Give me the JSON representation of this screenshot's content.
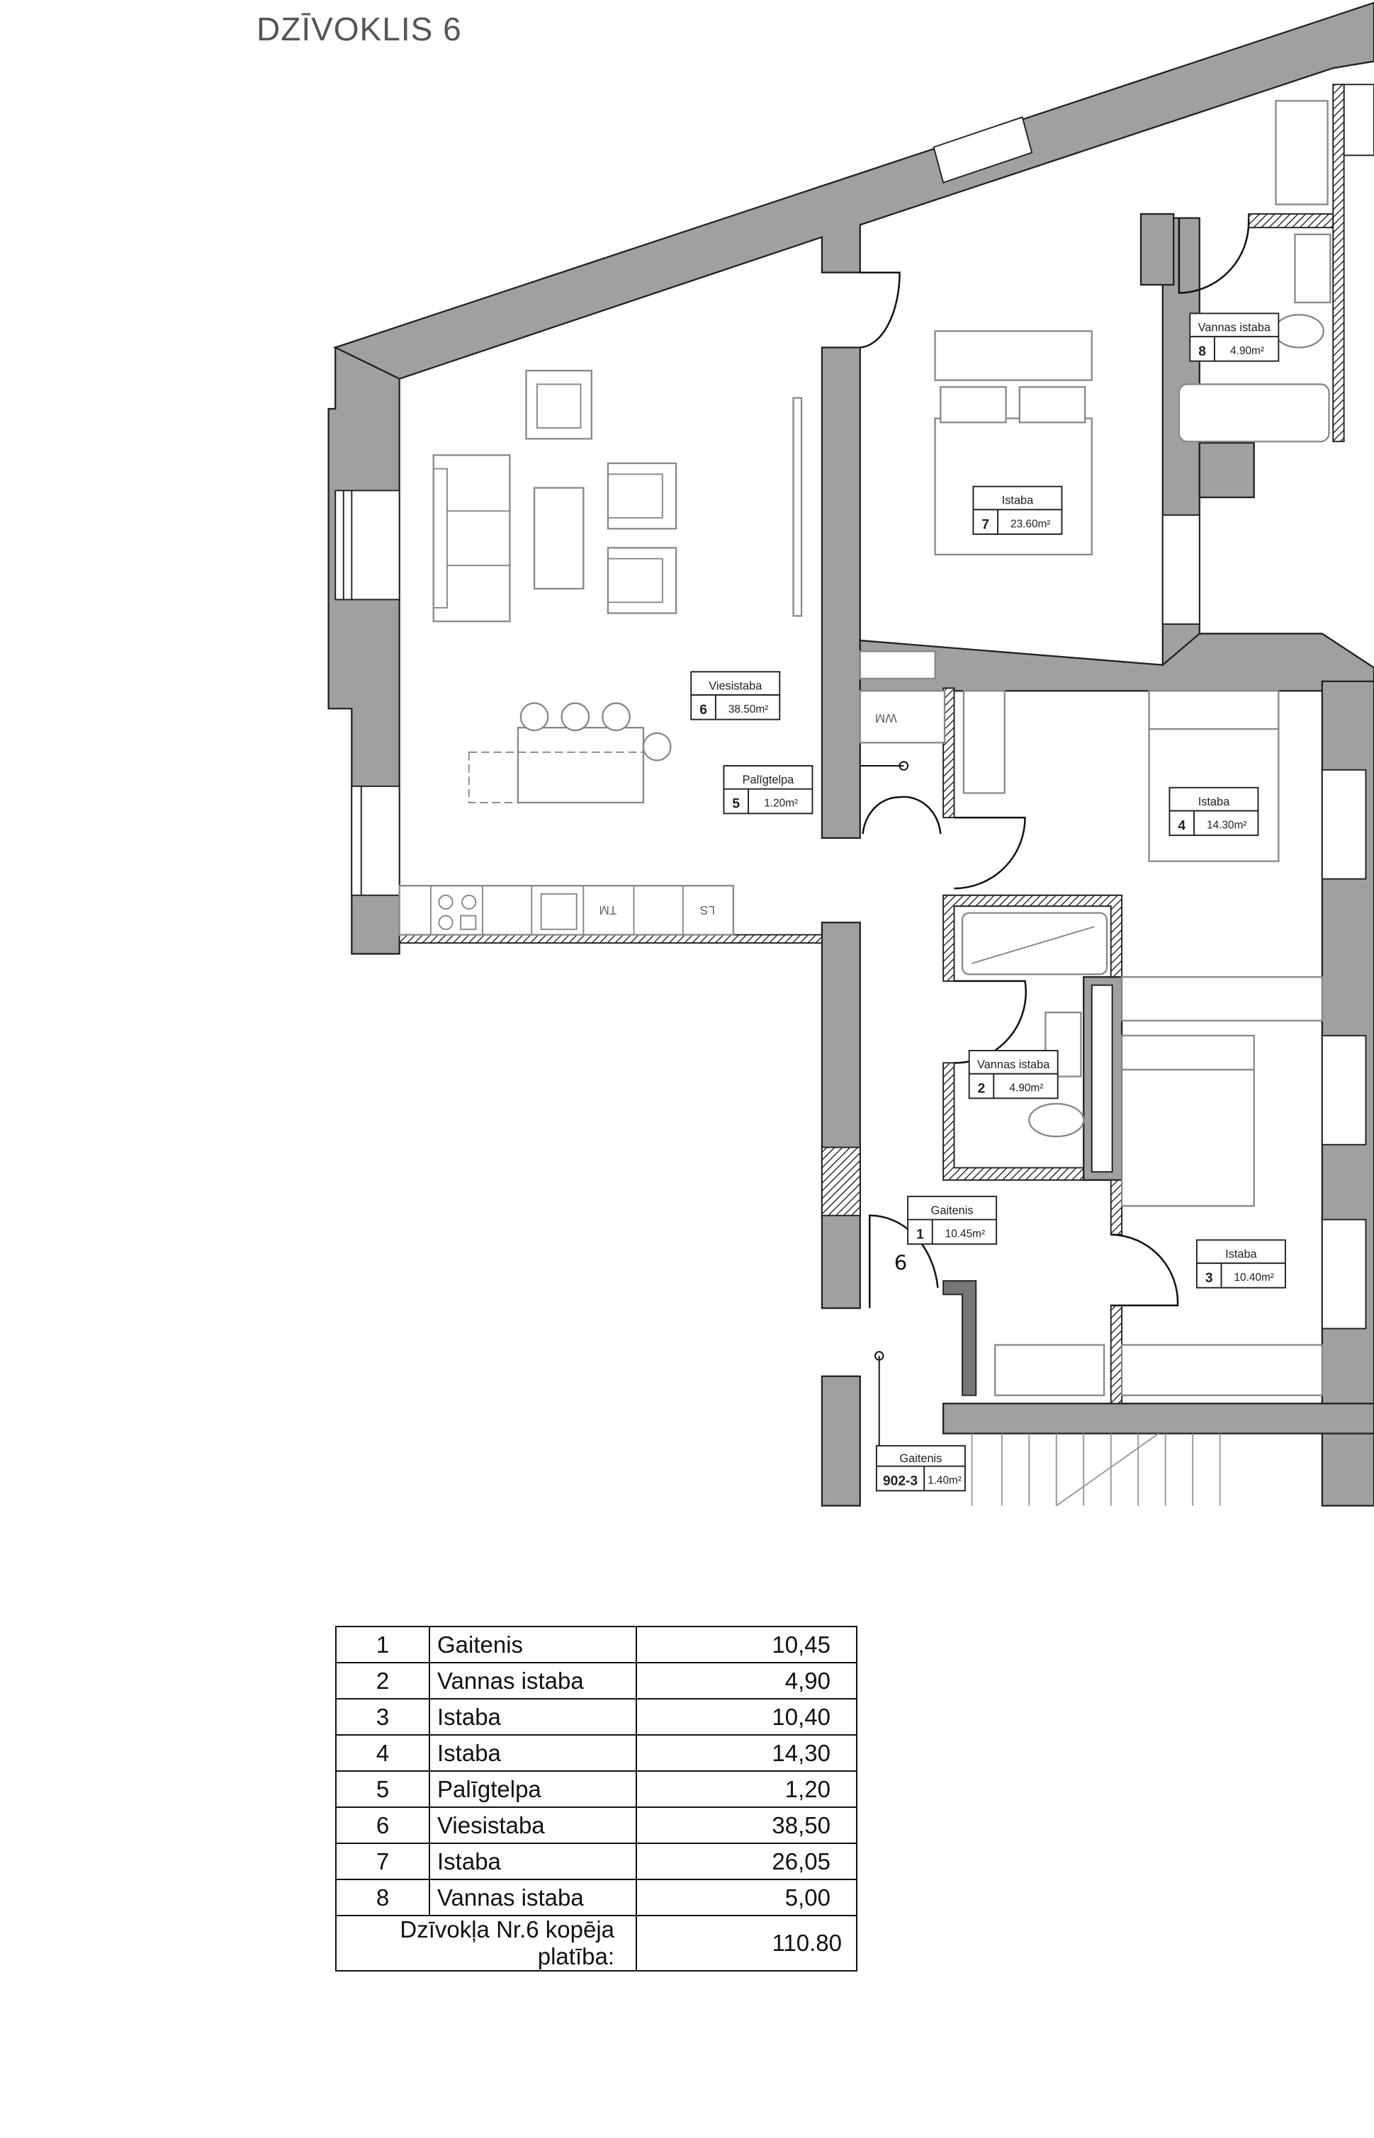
{
  "title": "DZĪVOKLIS 6",
  "rooms": [
    {
      "name": "Viesistaba",
      "number": "6",
      "area": "38.50m²"
    },
    {
      "name": "Istaba",
      "number": "7",
      "area": "23.60m²"
    },
    {
      "name": "Vannas istaba",
      "number": "8",
      "area": "4.90m²"
    },
    {
      "name": "Palīgtelpa",
      "number": "5",
      "area": "1.20m²"
    },
    {
      "name": "Istaba",
      "number": "4",
      "area": "14.30m²"
    },
    {
      "name": "Vannas istaba",
      "number": "2",
      "area": "4.90m²"
    },
    {
      "name": "Gaitenis",
      "number": "1",
      "area": "10.45m²"
    },
    {
      "name": "Istaba",
      "number": "3",
      "area": "10.40m²"
    },
    {
      "name": "Gaitenis",
      "number": "902-3",
      "area": "1.40m²"
    }
  ],
  "entrance_number": "6",
  "appliances": {
    "tm": "TM",
    "ls": "LS",
    "wm": "WM"
  },
  "table": {
    "rows": [
      {
        "num": "1",
        "name": "Gaitenis",
        "area": "10,45"
      },
      {
        "num": "2",
        "name": "Vannas istaba",
        "area": "4,90"
      },
      {
        "num": "3",
        "name": "Istaba",
        "area": "10,40"
      },
      {
        "num": "4",
        "name": "Istaba",
        "area": "14,30"
      },
      {
        "num": "5",
        "name": "Palīgtelpa",
        "area": "1,20"
      },
      {
        "num": "6",
        "name": "Viesistaba",
        "area": "38,50"
      },
      {
        "num": "7",
        "name": "Istaba",
        "area": "26,05"
      },
      {
        "num": "8",
        "name": "Vannas istaba",
        "area": "5,00"
      }
    ],
    "total_label": "Dzīvokļa Nr.6 kopēja platība:",
    "total_value": "110.80"
  }
}
